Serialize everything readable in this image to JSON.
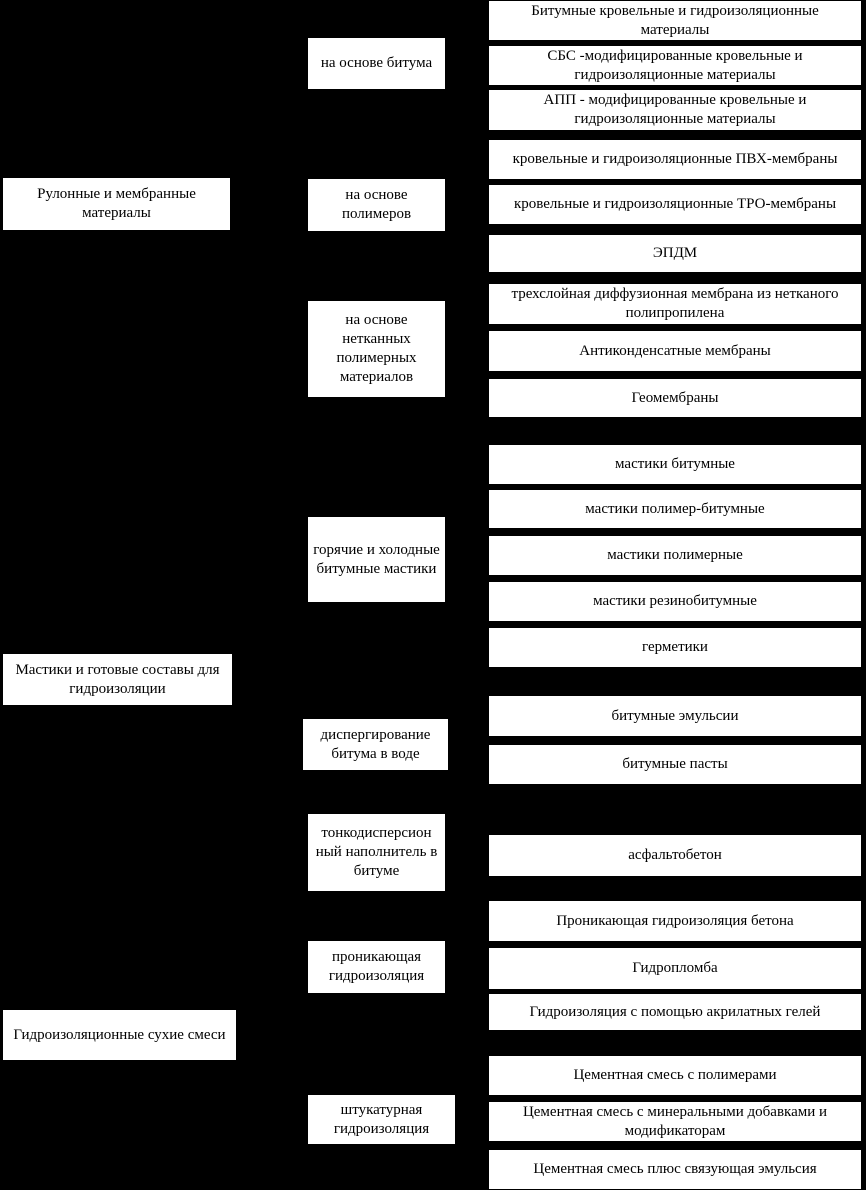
{
  "diagram": {
    "categories": [
      {
        "label": "Рулонные и мембранные материалы"
      },
      {
        "label": "Мастики и готовые составы для гидроизоляции"
      },
      {
        "label": "Гидроизоляционные сухие смеси"
      }
    ],
    "subgroups": [
      {
        "label": "на основе битума"
      },
      {
        "label": "на основе полимеров"
      },
      {
        "label": "на основе нетканных полимерных материалов"
      },
      {
        "label": "горячие и холодные битумные мастики"
      },
      {
        "label": "диспергирование битума в воде"
      },
      {
        "label": "тонкодисперсион ный наполнитель в битуме"
      },
      {
        "label": "проникающая гидроизоляция"
      },
      {
        "label": "штукатурная гидроизоляция"
      }
    ],
    "items": [
      {
        "label": "Битумные кровельные и гидроизоляционные материалы"
      },
      {
        "label": "СБС -модифицированные кровельные и гидроизоляционные материалы"
      },
      {
        "label": "АПП - модифицированные кровельные и гидроизоляционные материалы"
      },
      {
        "label": "кровельные и гидроизоляционные ПВХ-мембраны"
      },
      {
        "label": "кровельные и гидроизоляционные ТРО-мембраны"
      },
      {
        "label": "ЭПДМ"
      },
      {
        "label": "трехслойная диффузионная мембрана из нетканого полипропилена"
      },
      {
        "label": "Антиконденсатные мембраны"
      },
      {
        "label": "Геомембраны"
      },
      {
        "label": "мастики битумные"
      },
      {
        "label": "мастики полимер-битумные"
      },
      {
        "label": "мастики полимерные"
      },
      {
        "label": "мастики резинобитумные"
      },
      {
        "label": "герметики"
      },
      {
        "label": "битумные эмульсии"
      },
      {
        "label": "битумные пасты"
      },
      {
        "label": "асфальтобетон"
      },
      {
        "label": "Проникающая гидроизоляция бетона"
      },
      {
        "label": "Гидропломба"
      },
      {
        "label": "Гидроизоляция с помощью акрилатных гелей"
      },
      {
        "label": "Цементная смесь с полимерами"
      },
      {
        "label": "Цементная смесь с минеральными добавками и модификаторам"
      },
      {
        "label": "Цементная смесь плюс связующая эмульсия"
      }
    ]
  }
}
